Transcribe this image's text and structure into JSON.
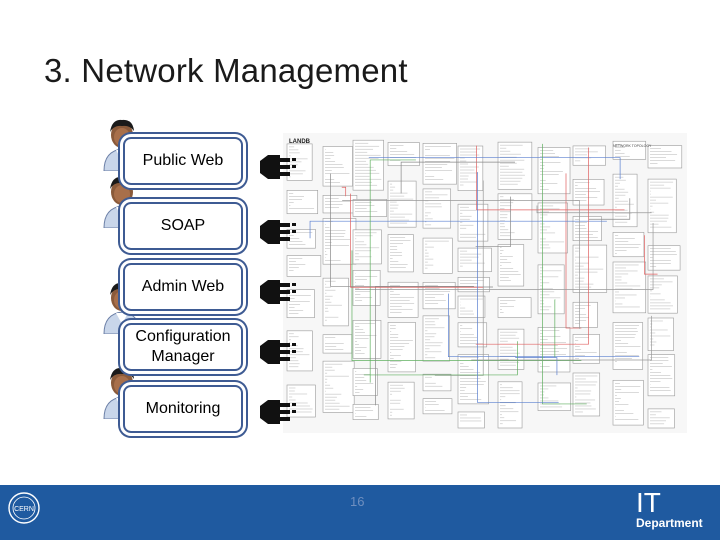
{
  "slide": {
    "title": "3. Network Management",
    "page_number": "16"
  },
  "interfaces": [
    {
      "label": "Public Web"
    },
    {
      "label": "SOAP"
    },
    {
      "label": "Admin  Web"
    },
    {
      "label": "Configuration Manager"
    },
    {
      "label": "Monitoring"
    }
  ],
  "diagram": {
    "header": "LANDB",
    "sub_label": "NETWORK TOPOLOGY"
  },
  "footer": {
    "logo_text": "CERN",
    "it_big": "IT",
    "it_small": "Department"
  },
  "colors": {
    "footer": "#1f5aa0",
    "box_border": "#3e5b93"
  }
}
